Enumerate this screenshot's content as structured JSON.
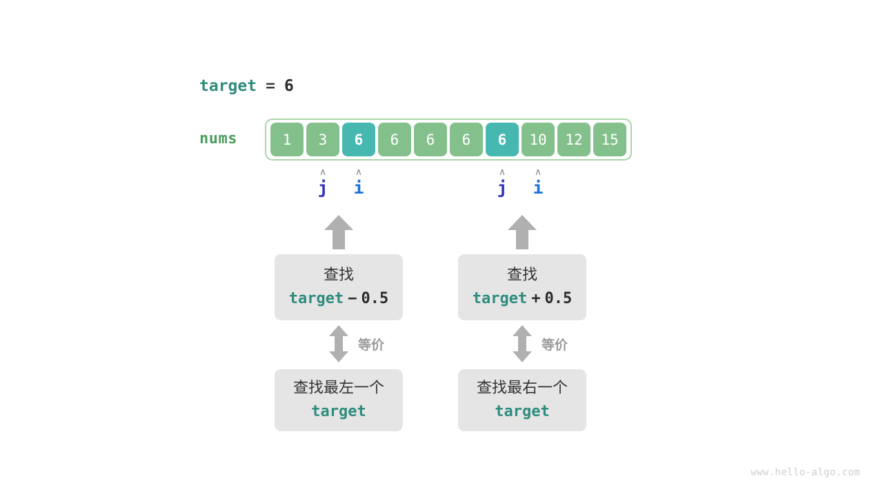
{
  "target_line": {
    "name": "target",
    "equals": "=",
    "value": "6"
  },
  "array": {
    "label": "nums",
    "cells": [
      {
        "value": "1",
        "highlight": false
      },
      {
        "value": "3",
        "highlight": false
      },
      {
        "value": "6",
        "highlight": true
      },
      {
        "value": "6",
        "highlight": false
      },
      {
        "value": "6",
        "highlight": false
      },
      {
        "value": "6",
        "highlight": false
      },
      {
        "value": "6",
        "highlight": true
      },
      {
        "value": "10",
        "highlight": false
      },
      {
        "value": "12",
        "highlight": false
      },
      {
        "value": "15",
        "highlight": false
      }
    ]
  },
  "pointers": [
    {
      "name": "j",
      "caret": "∧",
      "index": 1,
      "color": "#3333bb"
    },
    {
      "name": "i",
      "caret": "∧",
      "index": 2,
      "color": "#1a73d8"
    },
    {
      "name": "j",
      "caret": "∧",
      "index": 6,
      "color": "#3333bb"
    },
    {
      "name": "i",
      "caret": "∧",
      "index": 7,
      "color": "#1a73d8"
    }
  ],
  "groups": [
    {
      "side": "left",
      "top_box": {
        "line1": "查找",
        "expr_name": "target",
        "expr_op": "−",
        "expr_value": "0.5"
      },
      "equiv_label": "等价",
      "bottom_box": {
        "line1": "查找最左一个",
        "line2": "target"
      }
    },
    {
      "side": "right",
      "top_box": {
        "line1": "查找",
        "expr_name": "target",
        "expr_op": "+",
        "expr_value": "0.5"
      },
      "equiv_label": "等价",
      "bottom_box": {
        "line1": "查找最右一个",
        "line2": "target"
      }
    }
  ],
  "watermark": "www.hello-algo.com",
  "colors": {
    "cell_normal": "#84c08c",
    "cell_highlight": "#47b8b0",
    "frame_border": "#a8d5a8",
    "teal_text": "#2f8c7e",
    "nums_label": "#4a9e5c",
    "box_bg": "#e5e5e5",
    "arrow_gray": "#b0b0b0",
    "equiv_text": "#9a9a9a"
  }
}
